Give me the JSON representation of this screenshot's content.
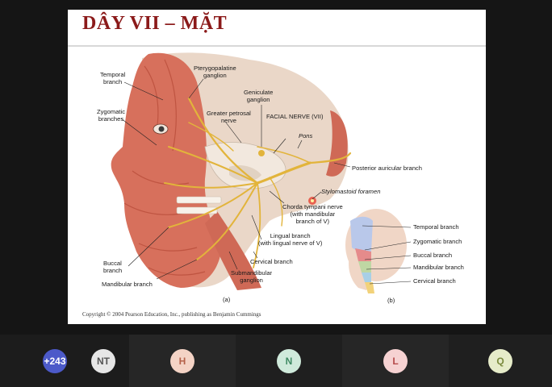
{
  "slide": {
    "title": "DÂY VII – MẶT",
    "copyright": "Copyright © 2004 Pearson Education, Inc., publishing as Benjamin Cummings",
    "figure": {
      "labels": {
        "temporal_branch": "Temporal\nbranch",
        "zygomatic_branches": "Zygomatic\nbranches",
        "pterygopalatine": "Pterygopalatine\nganglion",
        "geniculate": "Geniculate\nganglion",
        "greater_petrosal": "Greater petrosal\nnerve",
        "facial_nerve": "FACIAL NERVE (VII)",
        "pons": "Pons",
        "posterior_auricular": "Posterior auricular branch",
        "stylomastoid": "Stylomastoid foramen",
        "chorda_tympani": "Chorda tympani nerve\n(with mandibular\nbranch of V)",
        "lingual_branch": "Lingual branch\n(with lingual nerve of V)",
        "cervical_branch": "Cervical branch",
        "submandibular": "Submandibular\nganglion",
        "buccal_branch": "Buccal\nbranch",
        "mandibular_branch": "Mandibular branch",
        "panel_a": "(a)",
        "panel_b": "(b)"
      },
      "inset_labels": {
        "temporal": "Temporal branch",
        "zygomatic": "Zygomatic branch",
        "buccal": "Buccal branch",
        "mandibular": "Mandibular branch",
        "cervical": "Cervical branch"
      }
    }
  },
  "participants": {
    "more_count": "+243",
    "tiles": [
      {
        "initials": "NT",
        "color": "#e6e6e6",
        "text_color": "#555555"
      },
      {
        "initials": "H",
        "color": "#f4d3c5",
        "text_color": "#b5624a"
      },
      {
        "initials": "N",
        "color": "#cfeadb",
        "text_color": "#3f8a63"
      },
      {
        "initials": "L",
        "color": "#f6d2d2",
        "text_color": "#b54a4a"
      },
      {
        "initials": "Q",
        "color": "#e6ecc9",
        "text_color": "#7a8a3c"
      }
    ]
  }
}
